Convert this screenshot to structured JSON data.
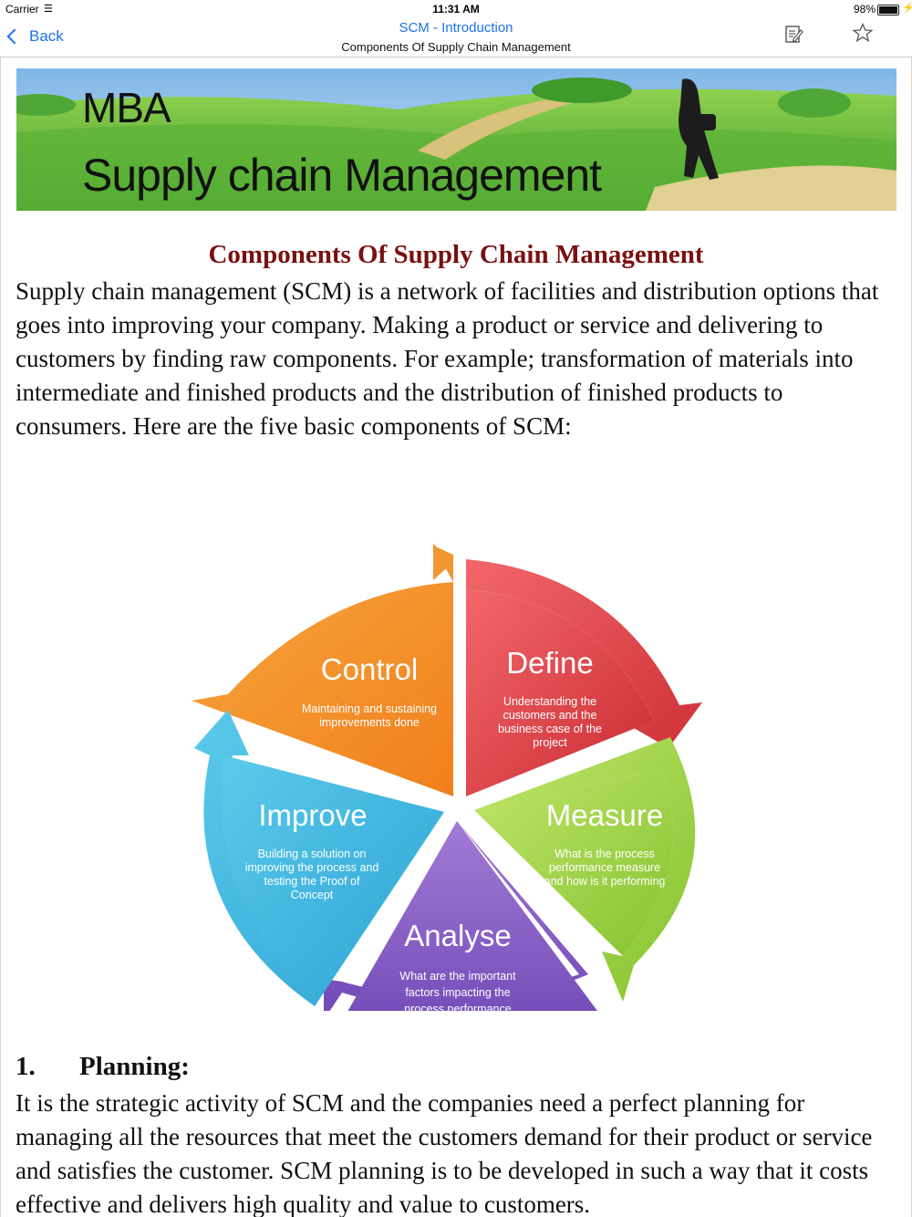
{
  "status": {
    "carrier": "Carrier",
    "time": "11:31 AM",
    "battery": "98%",
    "battery_level": 0.98
  },
  "nav": {
    "back_label": "Back",
    "title": "SCM - Introduction",
    "subtitle": "Components Of Supply Chain Management",
    "icons": [
      "back-chevron-icon",
      "edit-note-icon",
      "star-icon"
    ]
  },
  "banner": {
    "line1": "MBA",
    "line2": "Supply chain Management"
  },
  "article": {
    "heading": "Components Of Supply Chain Management",
    "intro": "Supply chain management (SCM) is a network of facilities and distribution options that goes into improving your company. Making a product or service and delivering to customers by finding raw components. For example; transformation of materials into intermediate and finished products and the distribution of finished products to consumers. Here are the five basic components of SCM:",
    "diagram": {
      "control": {
        "title": "Control",
        "desc": "Maintaining and sustaining improvements done",
        "color": "#f39a2e"
      },
      "define": {
        "title": "Define",
        "desc": "Understanding the customers and the business case of the project",
        "color": "#e0454b"
      },
      "measure": {
        "title": "Measure",
        "desc": "What is the process performance measure and how is it performing",
        "color": "#a7d84a"
      },
      "analyse": {
        "title": "Analyse",
        "desc": "What are the important factors impacting the process performance",
        "color": "#8a5cc7"
      },
      "improve": {
        "title": "Improve",
        "desc": "Building a solution on improving the process and testing  the Proof of Concept",
        "color": "#3cb8e0"
      }
    },
    "section1": {
      "number": "1.",
      "title": "Planning:",
      "text": "It is the strategic activity of SCM and the companies need a perfect planning for managing all the resources that meet the customers demand for their product or service and satisfies the customer. SCM planning is to be developed in such a way that it costs effective and delivers high quality and value to customers."
    }
  }
}
